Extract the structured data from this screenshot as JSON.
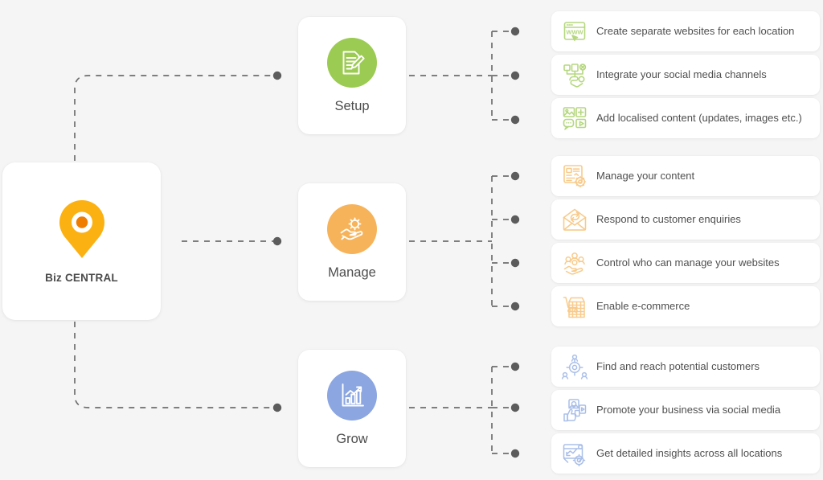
{
  "colors": {
    "background": "#f5f5f5",
    "card": "#ffffff",
    "wire": "#6e6e6e",
    "text": "#4f4f4f",
    "hub_pin": "#fbb112",
    "hub_pin_center": "#ef7d00",
    "setup": "#9bcb52",
    "manage": "#f7b35a",
    "grow": "#8ba6e0",
    "setup_icon": "#b5d77f",
    "manage_icon": "#f8cb8c",
    "grow_icon": "#aabfe8"
  },
  "hub": {
    "label": "Biz CENTRAL",
    "icon": "map-pin-icon"
  },
  "stages": [
    {
      "id": "setup",
      "label": "Setup",
      "icon": "document-pencil-icon",
      "color": "#9bcb52",
      "items": [
        {
          "icon": "browser-www-icon",
          "text": "Create separate websites for each location"
        },
        {
          "icon": "social-network-icon",
          "text": "Integrate your social media channels"
        },
        {
          "icon": "media-content-icon",
          "text": "Add localised content (updates, images etc.)"
        }
      ]
    },
    {
      "id": "manage",
      "label": "Manage",
      "icon": "hand-gear-icon",
      "color": "#f7b35a",
      "items": [
        {
          "icon": "content-settings-icon",
          "text": "Manage your content"
        },
        {
          "icon": "envelope-reply-icon",
          "text": "Respond to customer enquiries"
        },
        {
          "icon": "hand-users-icon",
          "text": "Control who can manage your websites"
        },
        {
          "icon": "shop-cart-icon",
          "text": "Enable e-commerce"
        }
      ]
    },
    {
      "id": "grow",
      "label": "Grow",
      "icon": "bar-chart-arrow-icon",
      "color": "#8ba6e0",
      "items": [
        {
          "icon": "target-users-icon",
          "text": "Find and reach potential customers"
        },
        {
          "icon": "megaphone-social-icon",
          "text": "Promote your business via social media"
        },
        {
          "icon": "insights-chart-icon",
          "text": "Get detailed insights across all locations"
        }
      ]
    }
  ],
  "diagram_data": {
    "type": "tree-diagram",
    "root": "Biz CENTRAL",
    "branch_count": 3,
    "leaf_counts": [
      3,
      4,
      3
    ],
    "connector_style": "dashed-with-endpoint-dots"
  }
}
